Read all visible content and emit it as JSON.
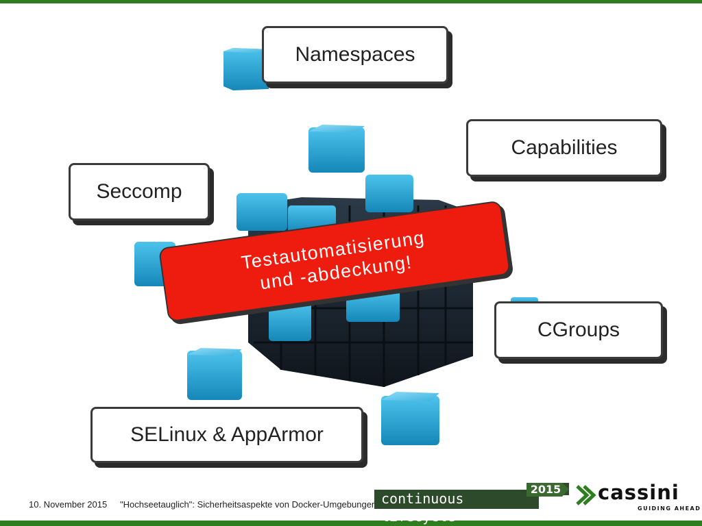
{
  "slide": {
    "boxes": {
      "namespaces": "Namespaces",
      "capabilities": "Capabilities",
      "seccomp": "Seccomp",
      "cgroups": "CGroups",
      "selinux": "SELinux & AppArmor"
    },
    "banner": {
      "line1": "Testautomatisierung",
      "line2": "und -abdeckung!"
    }
  },
  "footer": {
    "date": "10. November 2015",
    "title": "\"Hochseetauglich\": Sicherheitsaspekte von Docker-Umgebungen"
  },
  "logos": {
    "conference_name": "continuous lifecycle",
    "conference_year": "2015",
    "company_name": "cassini",
    "company_tagline": "GUIDING AHEAD"
  },
  "colors": {
    "accent_green": "#2e7d1f",
    "banner_red": "#ee1b0f",
    "cube_blue": "#29a8d8",
    "cube_dark": "#1f2a36"
  }
}
